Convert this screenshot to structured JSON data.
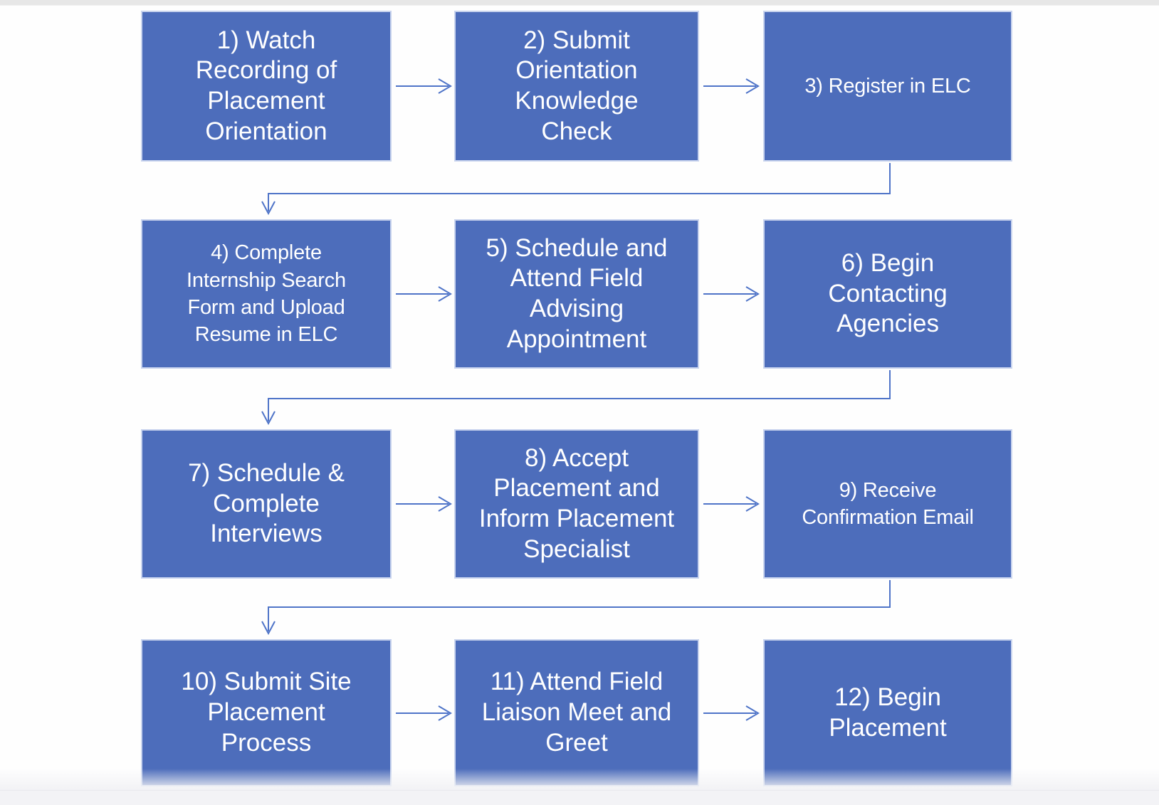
{
  "diagram": {
    "type": "flowchart",
    "box_fill_color": "#4d6dbb",
    "box_border_color": "#c9d4ee",
    "text_color": "#ffffff",
    "arrow_color": "#4f74c8",
    "steps": [
      {
        "id": 1,
        "label": "1) Watch\nRecording of\nPlacement\nOrientation"
      },
      {
        "id": 2,
        "label": "2) Submit\nOrientation\nKnowledge\nCheck"
      },
      {
        "id": 3,
        "label": "3) Register in ELC"
      },
      {
        "id": 4,
        "label": "4) Complete\nInternship Search\nForm and Upload\nResume in ELC"
      },
      {
        "id": 5,
        "label": "5) Schedule and\nAttend Field\nAdvising\nAppointment"
      },
      {
        "id": 6,
        "label": "6) Begin\nContacting\nAgencies"
      },
      {
        "id": 7,
        "label": "7) Schedule &\nComplete\nInterviews"
      },
      {
        "id": 8,
        "label": "8) Accept\nPlacement and\nInform Placement\nSpecialist"
      },
      {
        "id": 9,
        "label": "9) Receive\nConfirmation Email"
      },
      {
        "id": 10,
        "label": "10) Submit Site\nPlacement\nProcess"
      },
      {
        "id": 11,
        "label": "11) Attend Field\nLiaison Meet and\nGreet"
      },
      {
        "id": 12,
        "label": "12) Begin\nPlacement"
      }
    ],
    "connections": [
      "1-2",
      "2-3",
      "3-4",
      "4-5",
      "5-6",
      "6-7",
      "7-8",
      "8-9",
      "9-10",
      "10-11",
      "11-12"
    ]
  }
}
